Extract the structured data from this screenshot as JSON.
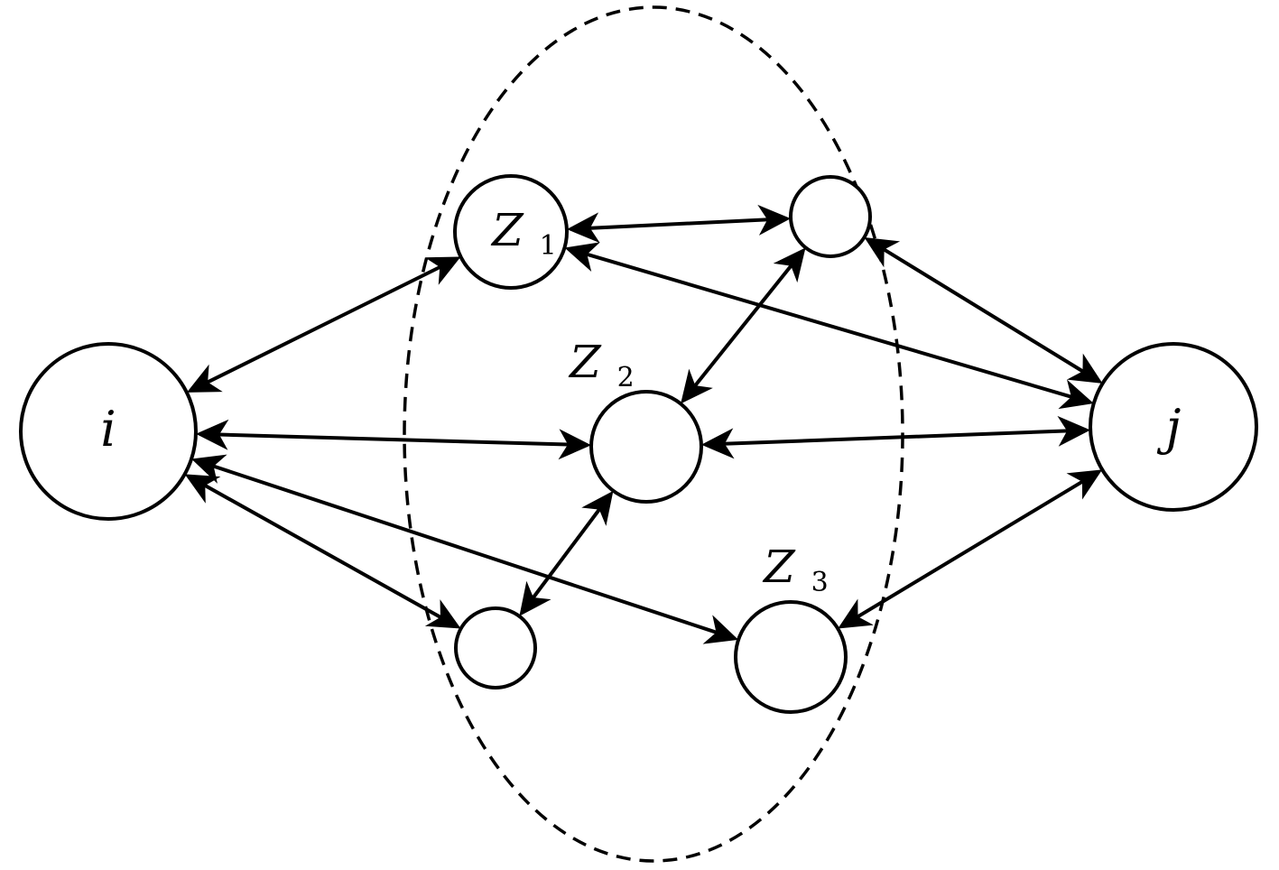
{
  "diagram": {
    "nodes": {
      "i": {
        "label": "i"
      },
      "j": {
        "label": "j"
      },
      "z1": {
        "label": "Z",
        "subscript": "1"
      },
      "z2": {
        "label": "Z",
        "subscript": "2"
      },
      "z3": {
        "label": "Z",
        "subscript": "3"
      },
      "top_right": {
        "label": ""
      },
      "bottom_left": {
        "label": ""
      }
    },
    "edges": [
      {
        "from": "i",
        "to": "z1",
        "direction": "both"
      },
      {
        "from": "i",
        "to": "z2",
        "direction": "both"
      },
      {
        "from": "i",
        "to": "bottom_left",
        "direction": "both"
      },
      {
        "from": "i",
        "to": "z3",
        "direction": "both"
      },
      {
        "from": "z1",
        "to": "top_right",
        "direction": "both"
      },
      {
        "from": "z1",
        "to": "j",
        "direction": "both"
      },
      {
        "from": "top_right",
        "to": "z2",
        "direction": "both"
      },
      {
        "from": "top_right",
        "to": "j",
        "direction": "both"
      },
      {
        "from": "z2",
        "to": "j",
        "direction": "both"
      },
      {
        "from": "z2",
        "to": "bottom_left",
        "direction": "both"
      },
      {
        "from": "z3",
        "to": "j",
        "direction": "both"
      }
    ],
    "group": {
      "style": "dashed-ellipse"
    }
  }
}
